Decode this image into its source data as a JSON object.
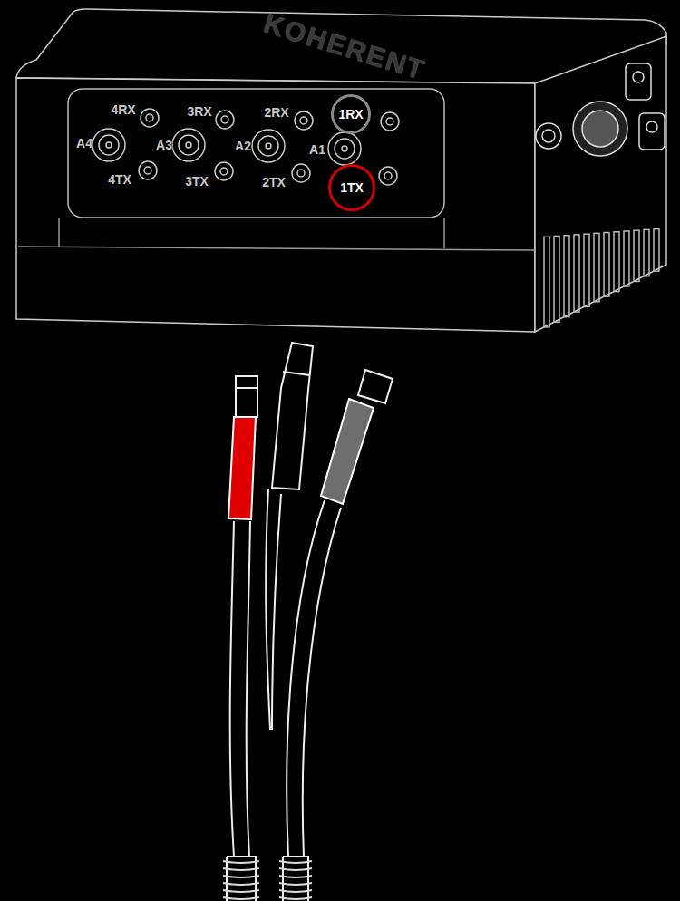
{
  "diagram": {
    "nodes": [
      {
        "text": [
          "1RX"
        ]
      },
      {
        "text": [
          "1TX"
        ]
      }
    ],
    "labels": [
      "KOHERENT",
      "4RX",
      "3RX",
      "2RX",
      "A4",
      "A3",
      "A2",
      "A1",
      "4TX",
      "3TX",
      "2TX"
    ]
  }
}
